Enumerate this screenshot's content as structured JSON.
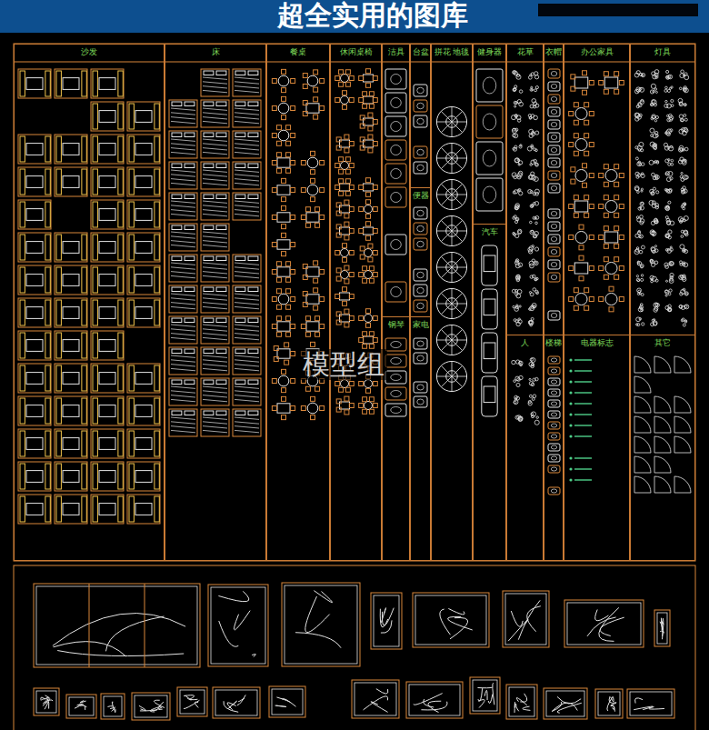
{
  "diagram": {
    "title": "超全实用的图库",
    "nodes": [
      {
        "text": [
          "沙发"
        ]
      },
      {
        "text": [
          "床"
        ]
      },
      {
        "text": [
          "餐桌"
        ]
      },
      {
        "text": [
          "休闲桌椅"
        ]
      },
      {
        "text": [
          "洁具"
        ]
      },
      {
        "text": [
          "台盆"
        ]
      },
      {
        "text": [
          "拼花 地毯"
        ]
      },
      {
        "text": [
          "健身器"
        ]
      },
      {
        "text": [
          "花草"
        ]
      },
      {
        "text": [
          "衣帽"
        ]
      },
      {
        "text": [
          "办公家具"
        ]
      },
      {
        "text": [
          "灯具"
        ]
      },
      {
        "text": [
          "便器"
        ],
        "in": 5
      },
      {
        "text": [
          "钢琴"
        ],
        "in": 4
      },
      {
        "text": [
          "家电"
        ],
        "in": 5
      },
      {
        "text": [
          "汽车"
        ],
        "in": 7
      },
      {
        "text": [
          "人"
        ],
        "in": 8
      },
      {
        "text": [
          "楼梯"
        ],
        "in": 9
      },
      {
        "text": [
          "电器标志"
        ],
        "in": 10
      },
      {
        "text": [
          "其它"
        ],
        "in": 11
      }
    ],
    "labels": [
      "模型组"
    ]
  }
}
